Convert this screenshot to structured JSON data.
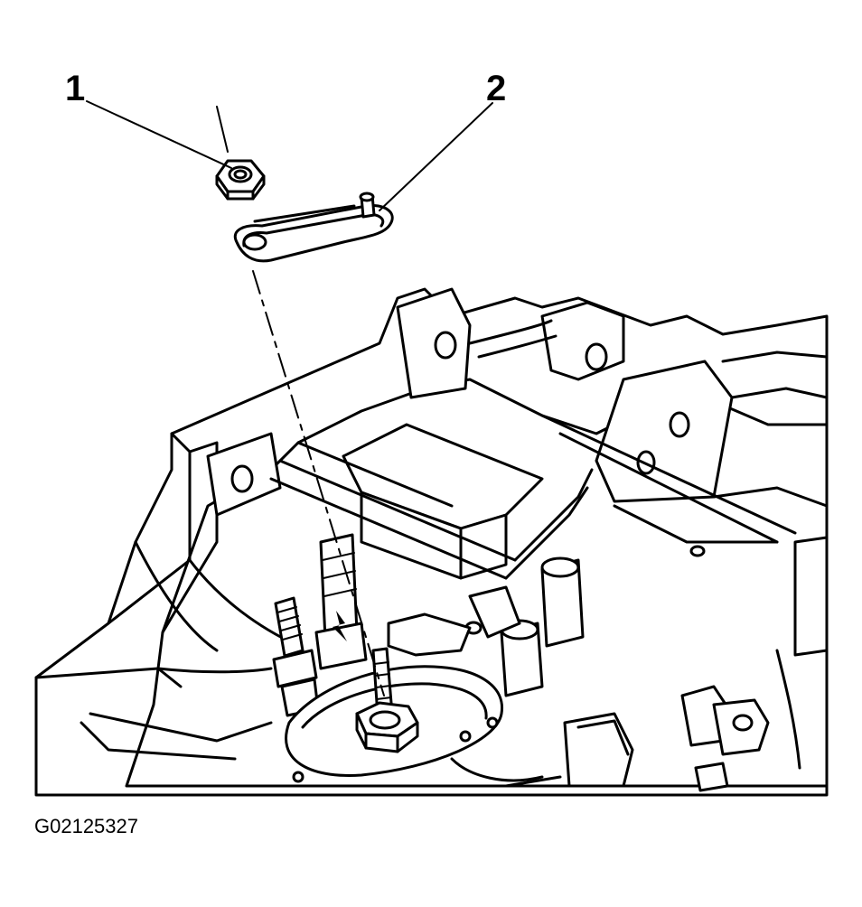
{
  "callouts": [
    {
      "id": "1",
      "label": "1",
      "part": "nut"
    },
    {
      "id": "2",
      "label": "2",
      "part": "bracket"
    }
  ],
  "figure_id": "G02125327",
  "colors": {
    "line": "#000000",
    "background": "#ffffff"
  }
}
